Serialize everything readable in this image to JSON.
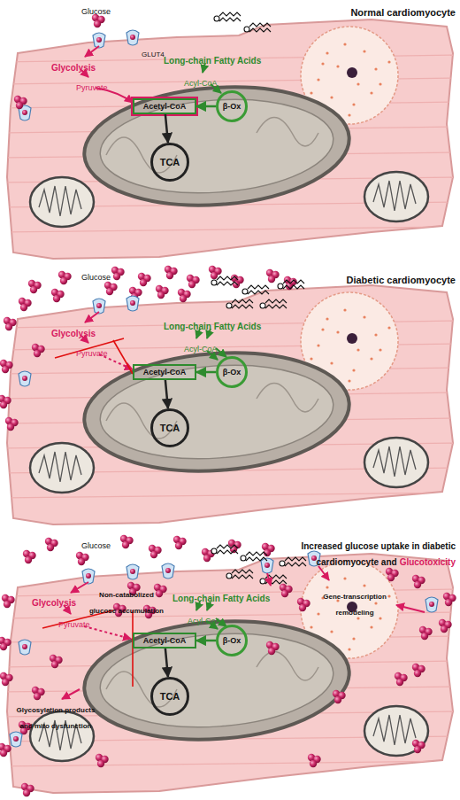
{
  "diagram": {
    "nodes": [
      {
        "text": [
          "Acetyl-CoA"
        ]
      },
      {
        "text": [
          "β-Ox"
        ]
      },
      {
        "text": [
          "TCA"
        ]
      },
      {
        "text": [
          "Acetyl-CoA"
        ]
      },
      {
        "text": [
          "β-Ox"
        ]
      },
      {
        "text": [
          "TCA"
        ]
      },
      {
        "text": [
          "Acetyl-CoA"
        ]
      },
      {
        "text": [
          "β-Ox"
        ]
      },
      {
        "text": [
          "TCA"
        ]
      }
    ],
    "edges": [
      {
        "from": 1,
        "to": 0,
        "arrow": "to"
      },
      {
        "from": 0,
        "to": 2,
        "arrow": "to"
      },
      {
        "from": 4,
        "to": 3,
        "arrow": "to"
      },
      {
        "from": 3,
        "to": 5,
        "arrow": "to"
      },
      {
        "from": 7,
        "to": 6,
        "arrow": "to"
      },
      {
        "from": 6,
        "to": 8,
        "arrow": "to"
      }
    ],
    "labels": [
      "Glucose",
      "Normal cardiomyocyte",
      "GLUT4",
      "Glycolysis",
      "Pyruvate",
      "Long-chain Fatty Acids",
      "Acyl-CoA",
      "Glucose",
      "Diabetic cardiomyocyte",
      "Glycolysis",
      "Pyruvate",
      "Long-chain Fatty Acids",
      "Acyl-CoA",
      "Glucose",
      "Increased glucose uptake in diabetic cardiomyocyte and",
      "Glucotoxicity",
      "Glycolysis",
      "Non-catabolized glucose accumulation",
      "Pyruvate",
      "Long-chain Fatty Acids",
      "Acyl-CoA",
      "Gene-transcription remodeling",
      "Glycosylation products and mito dysfunction"
    ]
  }
}
